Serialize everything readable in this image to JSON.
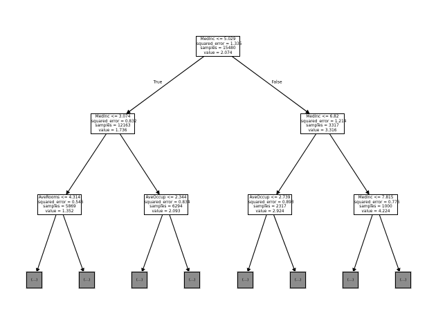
{
  "figure": {
    "type": "decision-tree",
    "edge_labels": {
      "true_branch": "True",
      "false_branch": "False"
    },
    "leaf_placeholder": "(...)",
    "colors": {
      "background": "#ffffff",
      "node_fill": "#ffffff",
      "node_border": "#000000",
      "leaf_fill": "#8c8c8c",
      "edge": "#000000"
    },
    "nodes": {
      "root": {
        "condition": "MedInc <= 5.029",
        "error": "squared_error = 1.335",
        "samples": "samples = 15480",
        "value": "value = 2.074"
      },
      "depth1_left": {
        "condition": "MedInc <= 3.074",
        "error": "squared_error = 0.832",
        "samples": "samples = 12163",
        "value": "value = 1.736"
      },
      "depth1_right": {
        "condition": "MedInc <= 6.82",
        "error": "squared_error = 1.214",
        "samples": "samples = 3317",
        "value": "value = 3.316"
      },
      "depth2_1": {
        "condition": "AveRooms <= 4.314",
        "error": "squared_error = 0.546",
        "samples": "samples = 5869",
        "value": "value = 1.352"
      },
      "depth2_2": {
        "condition": "AveOccup <= 2.344",
        "error": "squared_error = 0.834",
        "samples": "samples = 6294",
        "value": "value = 2.093"
      },
      "depth2_3": {
        "condition": "AveOccup <= 2.739",
        "error": "squared_error = 0.893",
        "samples": "samples = 2317",
        "value": "value = 2.924"
      },
      "depth2_4": {
        "condition": "MedInc <= 7.815",
        "error": "squared_error = 0.776",
        "samples": "samples = 1000",
        "value": "value = 4.224"
      }
    }
  }
}
